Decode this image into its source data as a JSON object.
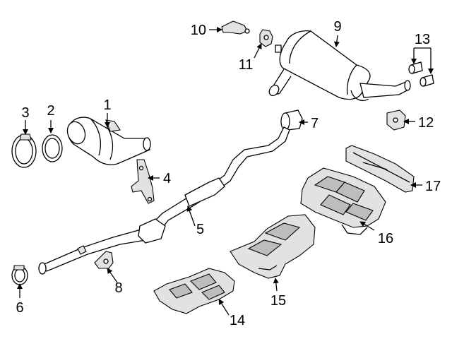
{
  "callouts": {
    "c1": "1",
    "c2": "2",
    "c3": "3",
    "c4": "4",
    "c5": "5",
    "c6": "6",
    "c7": "7",
    "c8": "8",
    "c9": "9",
    "c10": "10",
    "c11": "11",
    "c12": "12",
    "c13": "13",
    "c14": "14",
    "c15": "15",
    "c16": "16",
    "c17": "17"
  },
  "colors": {
    "line": "#000000",
    "background": "#ffffff",
    "shading": "#e2e2e2"
  }
}
